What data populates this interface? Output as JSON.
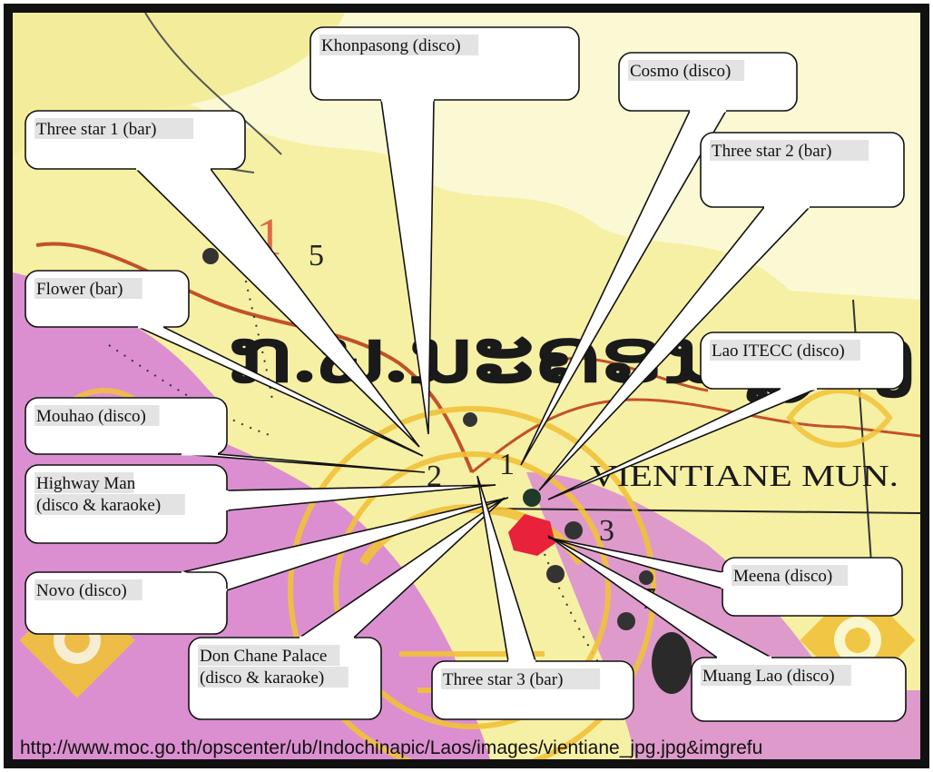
{
  "map": {
    "district_label": "ກ.ພ.ນະຄອນຫຼວງ",
    "place_label": "VIENTIANE MUN.",
    "district_numbers": [
      "5",
      "1",
      "2",
      "3",
      "7",
      "9"
    ]
  },
  "venues": [
    {
      "id": "khonpasong",
      "lines": [
        "Khonpasong (disco)"
      ]
    },
    {
      "id": "cosmo",
      "lines": [
        "Cosmo (disco)"
      ]
    },
    {
      "id": "three-star-1",
      "lines": [
        "Three star 1 (bar)"
      ]
    },
    {
      "id": "three-star-2",
      "lines": [
        "Three star 2 (bar)"
      ]
    },
    {
      "id": "flower",
      "lines": [
        "Flower (bar)"
      ]
    },
    {
      "id": "lao-itecc",
      "lines": [
        "Lao ITECC (disco)"
      ]
    },
    {
      "id": "mouhao",
      "lines": [
        "Mouhao (disco)"
      ]
    },
    {
      "id": "highway-man",
      "lines": [
        "Highway Man",
        "(disco & karaoke)"
      ]
    },
    {
      "id": "novo",
      "lines": [
        "Novo (disco)"
      ]
    },
    {
      "id": "meena",
      "lines": [
        "Meena (disco)"
      ]
    },
    {
      "id": "don-chane-palace",
      "lines": [
        "Don Chane Palace",
        "(disco & karaoke)"
      ]
    },
    {
      "id": "three-star-3",
      "lines": [
        "Three star 3 (bar)"
      ]
    },
    {
      "id": "muang-lao",
      "lines": [
        "Muang Lao (disco)"
      ]
    }
  ],
  "source_url": "http://www.moc.go.th/opscenter/ub/Indochinapic/Laos/images/vientiane_jpg.jpg&imgrefu",
  "colors": {
    "land": "#f6f0a4",
    "land_light": "#fbf8d4",
    "river": "#d67ed8",
    "road": "#c2512a",
    "watermark": "#f1c23a",
    "city": "#e8223a",
    "label_bg": "#e3e3e3",
    "frame": "#111111"
  }
}
